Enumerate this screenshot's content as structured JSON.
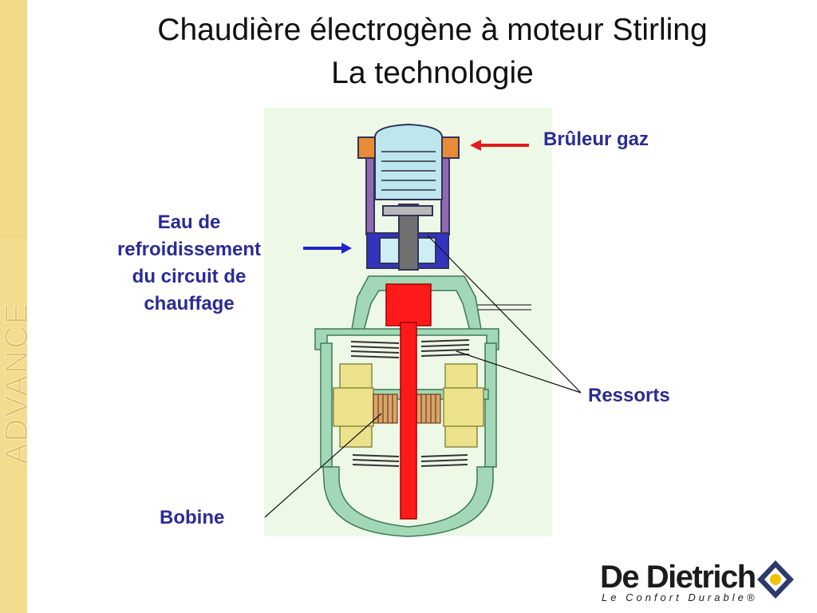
{
  "slide": {
    "title_line1": "Chaudière électrogène à moteur Stirling",
    "title_line2": "La technologie"
  },
  "labels": {
    "burner": "Brûleur gaz",
    "water_lines": [
      "Eau de",
      "refroidissement",
      "du circuit de",
      "chauffage"
    ],
    "springs": "Ressorts",
    "coil": "Bobine"
  },
  "branding": {
    "side_logo": "ADVANCE",
    "company": "De Dietrich",
    "tagline": "Le Confort Durable®"
  },
  "colors": {
    "side_band": "#f4dc8e",
    "label_blue": "#2b2b96",
    "piston_red": "#ff1a1a",
    "frame_green": "#9fd6b4",
    "coil_yellow": "#ece28c",
    "diagram_bg": "#eef8e6"
  },
  "icons": [
    "burner-arrow-icon",
    "water-arrow-icon",
    "dietrich-diamond-icon"
  ]
}
